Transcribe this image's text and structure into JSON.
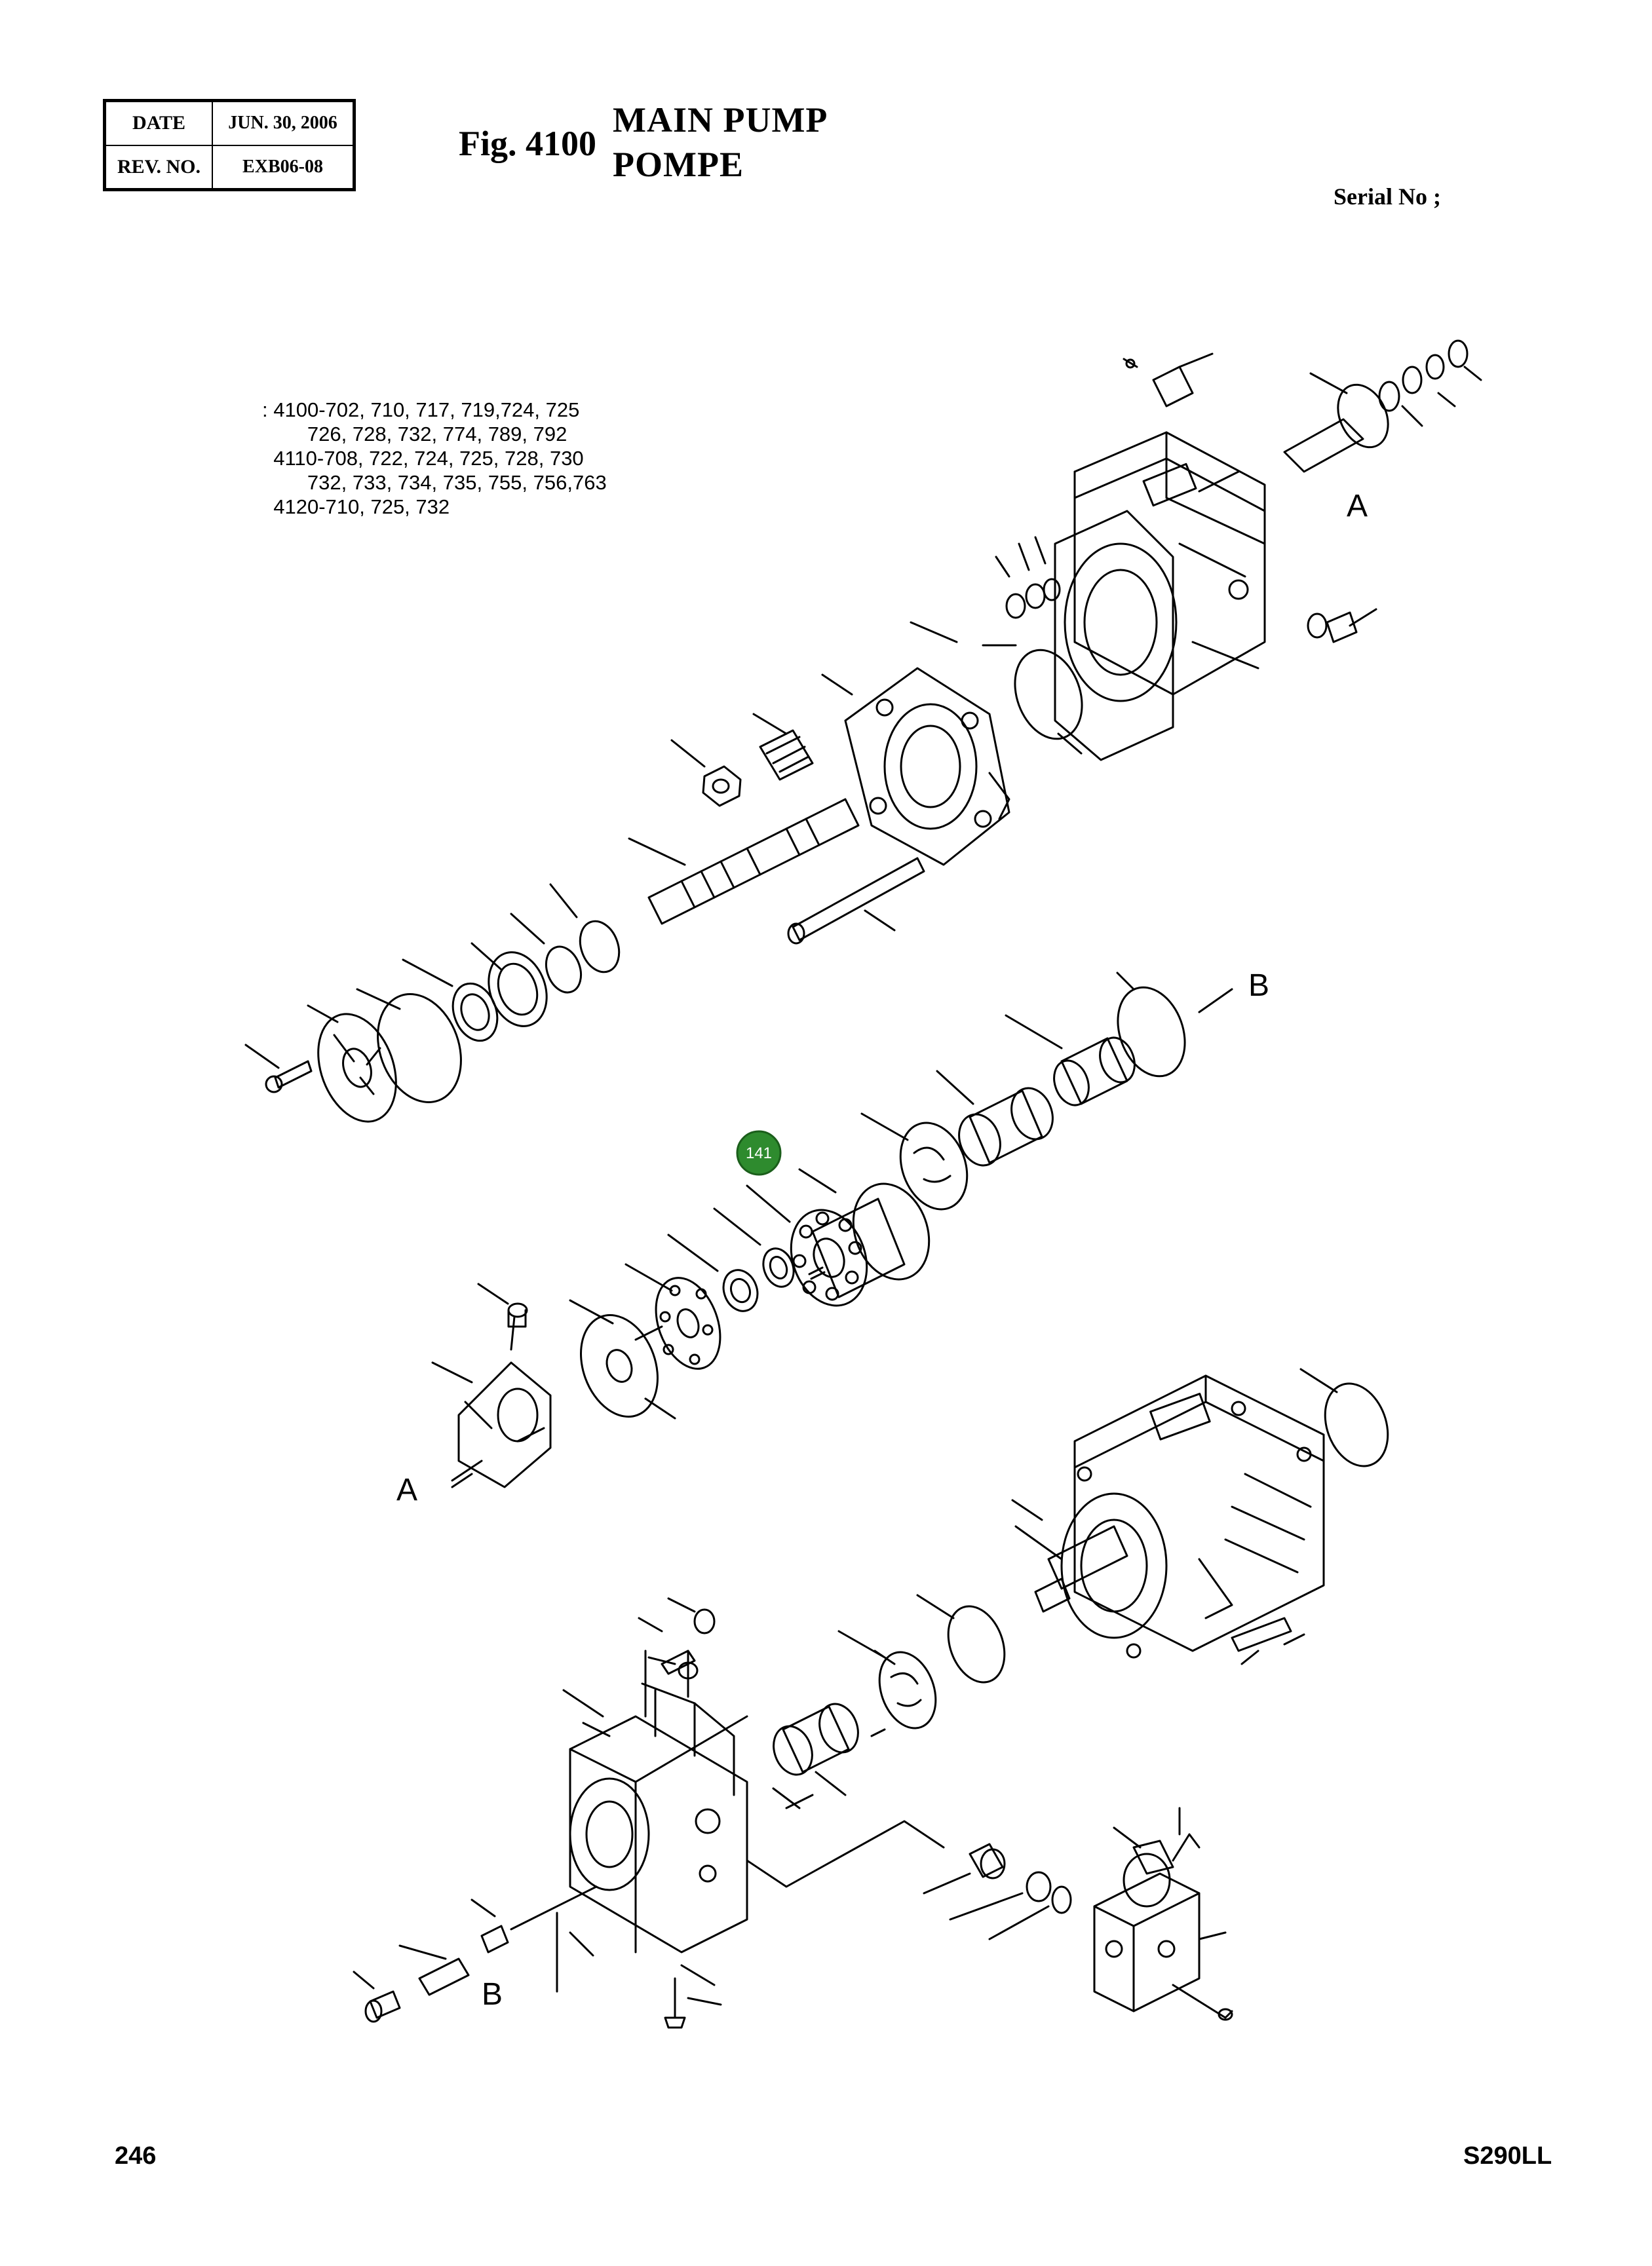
{
  "header": {
    "date_label": "DATE",
    "date_value": "JUN. 30, 2006",
    "rev_label": "REV. NO.",
    "rev_value": "EXB06-08"
  },
  "figure": {
    "number": "Fig. 4100",
    "title_en": "MAIN PUMP",
    "title_fr": "POMPE"
  },
  "serial": "Serial No ;",
  "note_lines": [
    ": 4100-702, 710, 717, 719,724, 725",
    "        726, 728, 732, 774, 789, 792",
    "  4110-708, 722, 724, 725, 728, 730",
    "        732, 733, 734, 735, 755, 756,763",
    "  4120-710, 725, 732"
  ],
  "reference_labels": {
    "a_upper": "A",
    "b_right": "B",
    "a_lower": "A",
    "b_lower": "B"
  },
  "callout": {
    "label": "141",
    "color": "#2e8b2e"
  },
  "footer": {
    "page": "246",
    "model": "S290LL"
  }
}
